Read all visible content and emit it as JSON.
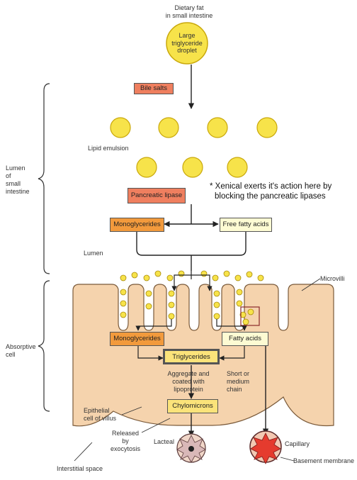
{
  "header": {
    "line1": "Dietary fat",
    "line2": "in small intestine"
  },
  "droplet": {
    "line1": "Large",
    "line2": "triglyceride",
    "line3": "droplet"
  },
  "boxes": {
    "bile_salts": "Bile salts",
    "pancreatic_lipase": "Pancreatic lipase",
    "monoglycerides_lumen": "Monoglycerides",
    "free_fatty_acids": "Free fatty acids",
    "monoglycerides_cell": "Monoglycerides",
    "fatty_acids": "Fatty acids",
    "triglycerides": "Triglycerides",
    "chylomicrons": "Chylomicrons"
  },
  "labels": {
    "lipid_emulsion": "Lipid emulsion",
    "lumen": "Lumen",
    "lumen_region": [
      "Lumen",
      "of",
      "small",
      "intestine"
    ],
    "absorptive_cell": [
      "Absorptive",
      "cell"
    ],
    "microvilli": "Microvilli",
    "aggregate": [
      "Aggregate and",
      "coated with",
      "lipoprotein"
    ],
    "short_chain": [
      "Short or",
      "medium",
      "chain"
    ],
    "epithelial": [
      "Epithelial",
      "cell of villus"
    ],
    "released": [
      "Released",
      "by",
      "exocytosis"
    ],
    "lacteal": "Lacteal",
    "capillary": "Capillary",
    "basement_membrane": "Basement membrane",
    "interstitial_space": "Interstitial space"
  },
  "note": {
    "line1": "* Xenical exerts it's action here by",
    "line2": "blocking the pancreatic lipases"
  },
  "colors": {
    "droplet": "#f7e34a",
    "droplet_stroke": "#c9a80a",
    "cell": "#f5d3ad",
    "cell_stroke": "#7a5a3a",
    "lacteal_fill": "#d9b8b8",
    "capillary_fill": "#e53b2e"
  }
}
